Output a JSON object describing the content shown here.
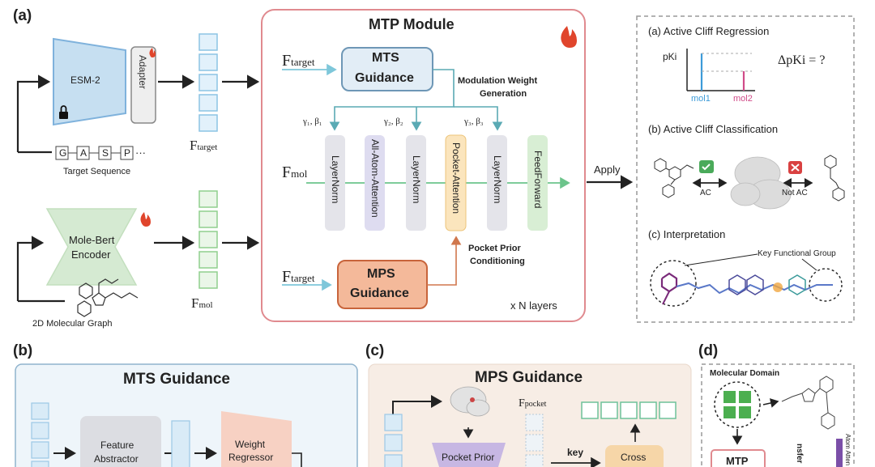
{
  "sections": {
    "a": "(a)",
    "b": "(b)",
    "c": "(c)",
    "d": "(d)"
  },
  "esm": {
    "label": "ESM-2",
    "adapter": "Adapter",
    "seq_tokens": [
      "G",
      "A",
      "S",
      "P"
    ],
    "seq_ellipsis": "···",
    "seq_label": "Target Sequence",
    "f_label_main": "F",
    "f_label_sub": "target"
  },
  "molebert": {
    "line1": "Mole-Bert",
    "line2": "Encoder",
    "graph_label": "2D Molecular Graph",
    "f_label_main": "F",
    "f_label_sub": "mol"
  },
  "mtp": {
    "title": "MTP Module",
    "f_target_main": "F",
    "f_target_sub": "target",
    "f_mol_main": "F",
    "f_mol_sub": "mol",
    "f_target2_main": "F",
    "f_target2_sub": "target",
    "mts_line1": "MTS",
    "mts_line2": "Guidance",
    "mps_line1": "MPS",
    "mps_line2": "Guidance",
    "mod_line1": "Modulation Weight",
    "mod_line2": "Generation",
    "prior_line1": "Pocket Prior",
    "prior_line2": "Conditioning",
    "gamma1": "γ₁, β₁",
    "gamma2": "γ₂, β₂",
    "gamma3": "γ₃, β₃",
    "layers": [
      "LayerNorm",
      "All-Atom-Attention",
      "LayerNorm",
      "Pocket-Attention",
      "LayerNorm",
      "FeedForward"
    ],
    "nlayers": "x N layers"
  },
  "apply": "Apply",
  "tasks": {
    "regression_title": "(a) Active Cliff Regression",
    "pki": "pKi",
    "dpki": "ΔpKi = ?",
    "mol1": "mol1",
    "mol2": "mol2",
    "classification_title": "(b) Active Cliff Classification",
    "ac": "AC",
    "not_ac": "Not AC",
    "interpretation_title": "(c) Interpretation",
    "key_group": "Key Functional Group"
  },
  "mts_panel": {
    "title": "MTS Guidance",
    "feature_line1": "Feature",
    "feature_line2": "Abstractor",
    "weight_line1": "Weight",
    "weight_line2": "Regressor"
  },
  "mps_panel": {
    "title": "MPS Guidance",
    "f_pocket_main": "F",
    "f_pocket_sub": "pocket",
    "pocket_prior": "Pocket Prior",
    "key": "key",
    "cross": "Cross"
  },
  "d_panel": {
    "title": "Molecular Domain",
    "mtp": "MTP",
    "transfer": "nsfer",
    "atom_att": "Atom Atten"
  },
  "colors": {
    "esm_fill": "#c6dff1",
    "esm_stroke": "#7fb2dc",
    "bert_fill": "#d5ead2",
    "bert_stroke": "#9ccf96",
    "mtp_border": "#e08a8f",
    "mts_fill": "#e2edf6",
    "mts_stroke": "#6e97b6",
    "mps_fill": "#f4b99a",
    "mps_stroke": "#c8643b",
    "layernorm": "#e4e4ea",
    "allatom": "#dedcf0",
    "pocket_att": "#fbe5bd",
    "feedforward": "#d8eed4",
    "mol1": "#3d9bd8",
    "mol2": "#d04b88"
  }
}
